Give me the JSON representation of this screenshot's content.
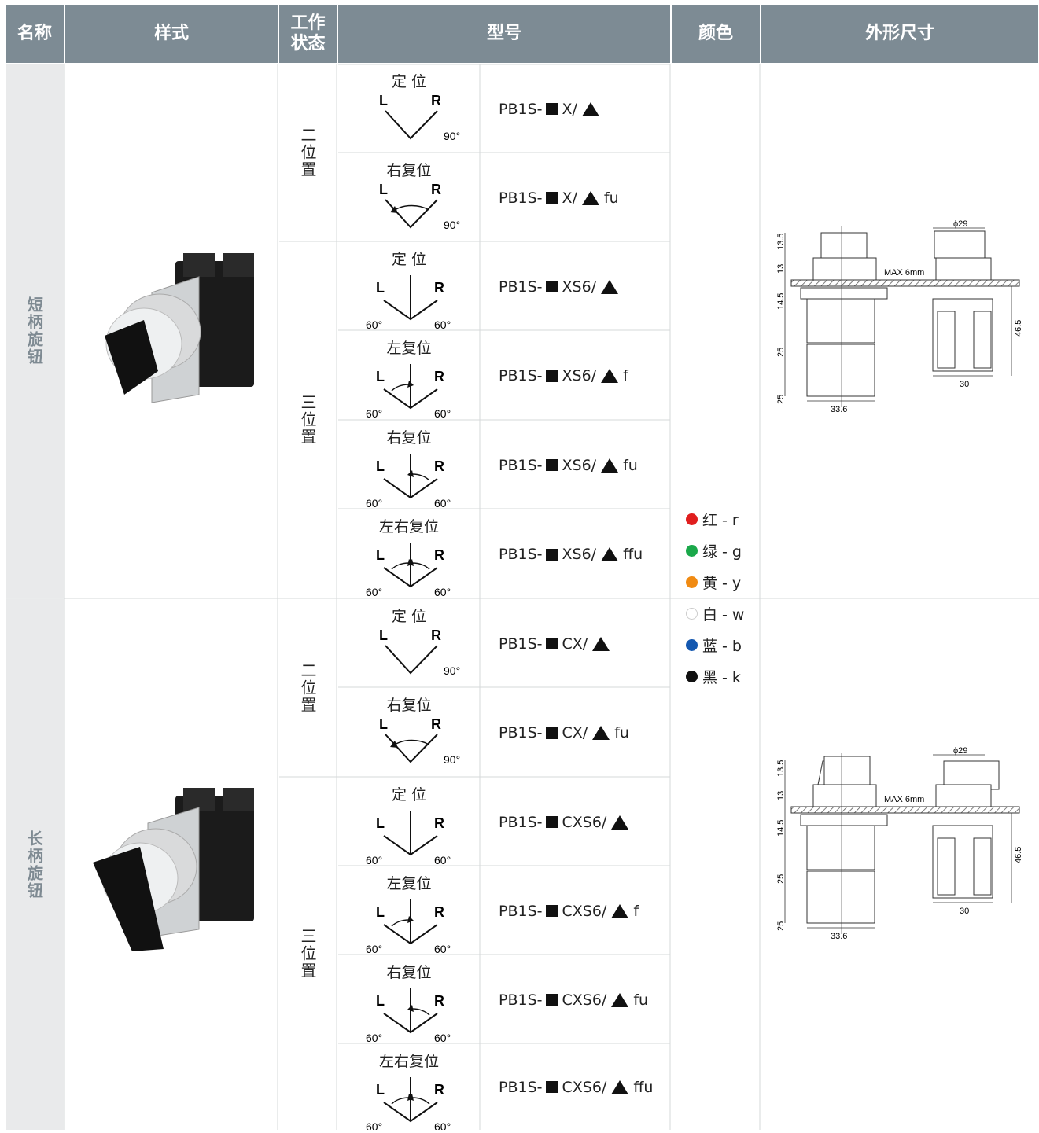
{
  "headers": {
    "name": "名称",
    "style": "样式",
    "state": "工作\n状态",
    "model": "型号",
    "color": "颜色",
    "dim": "外形尺寸"
  },
  "groups": [
    {
      "name": "短柄旋钮",
      "states": [
        {
          "label": "二位置"
        },
        {
          "label": "三位置"
        }
      ]
    },
    {
      "name": "长柄旋钮",
      "states": [
        {
          "label": "二位置"
        },
        {
          "label": "三位置"
        }
      ]
    }
  ],
  "rows": [
    {
      "title": "定 位",
      "kind": "two",
      "arrow": "none",
      "model": {
        "prefix": "PB1S-",
        "mid": "X/",
        "suffix": ""
      }
    },
    {
      "title": "右复位",
      "kind": "two",
      "arrow": "right",
      "model": {
        "prefix": "PB1S-",
        "mid": "X/",
        "suffix": "fu"
      }
    },
    {
      "title": "定 位",
      "kind": "three",
      "arrow": "none",
      "model": {
        "prefix": "PB1S-",
        "mid": "XS6/",
        "suffix": ""
      }
    },
    {
      "title": "左复位",
      "kind": "three",
      "arrow": "left",
      "model": {
        "prefix": "PB1S-",
        "mid": "XS6/",
        "suffix": "f"
      }
    },
    {
      "title": "右复位",
      "kind": "three",
      "arrow": "right",
      "model": {
        "prefix": "PB1S-",
        "mid": "XS6/",
        "suffix": "fu"
      }
    },
    {
      "title": "左右复位",
      "kind": "three",
      "arrow": "both",
      "model": {
        "prefix": "PB1S-",
        "mid": "XS6/",
        "suffix": "ffu"
      }
    },
    {
      "title": "定 位",
      "kind": "two",
      "arrow": "none",
      "model": {
        "prefix": "PB1S-",
        "mid": "CX/",
        "suffix": ""
      }
    },
    {
      "title": "右复位",
      "kind": "two",
      "arrow": "right",
      "model": {
        "prefix": "PB1S-",
        "mid": "CX/",
        "suffix": "fu"
      }
    },
    {
      "title": "定 位",
      "kind": "three",
      "arrow": "none",
      "model": {
        "prefix": "PB1S-",
        "mid": "CXS6/",
        "suffix": ""
      }
    },
    {
      "title": "左复位",
      "kind": "three",
      "arrow": "left",
      "model": {
        "prefix": "PB1S-",
        "mid": "CXS6/",
        "suffix": "f"
      }
    },
    {
      "title": "右复位",
      "kind": "three",
      "arrow": "right",
      "model": {
        "prefix": "PB1S-",
        "mid": "CXS6/",
        "suffix": "fu"
      }
    },
    {
      "title": "左右复位",
      "kind": "three",
      "arrow": "both",
      "model": {
        "prefix": "PB1S-",
        "mid": "CXS6/",
        "suffix": "ffu"
      }
    }
  ],
  "diagram_labels": {
    "left": "L",
    "right": "R",
    "angle90": "90°",
    "angle60": "60°"
  },
  "colors": [
    {
      "label": "红 - r",
      "color": "#e01e1e"
    },
    {
      "label": "绿 - g",
      "color": "#1aa84a"
    },
    {
      "label": "黄 - y",
      "color": "#f08a12"
    },
    {
      "label": "白 - w",
      "color": "#ffffff"
    },
    {
      "label": "蓝 - b",
      "color": "#1458b0"
    },
    {
      "label": "黑 - k",
      "color": "#111111"
    }
  ],
  "dimensions": {
    "d29": "ϕ29",
    "max": "MAX 6mm",
    "h135": "13.5",
    "h13": "13",
    "h145": "14.5",
    "h25a": "25",
    "h25b": "25",
    "h465": "46.5",
    "w30": "30",
    "w336": "33.6"
  }
}
